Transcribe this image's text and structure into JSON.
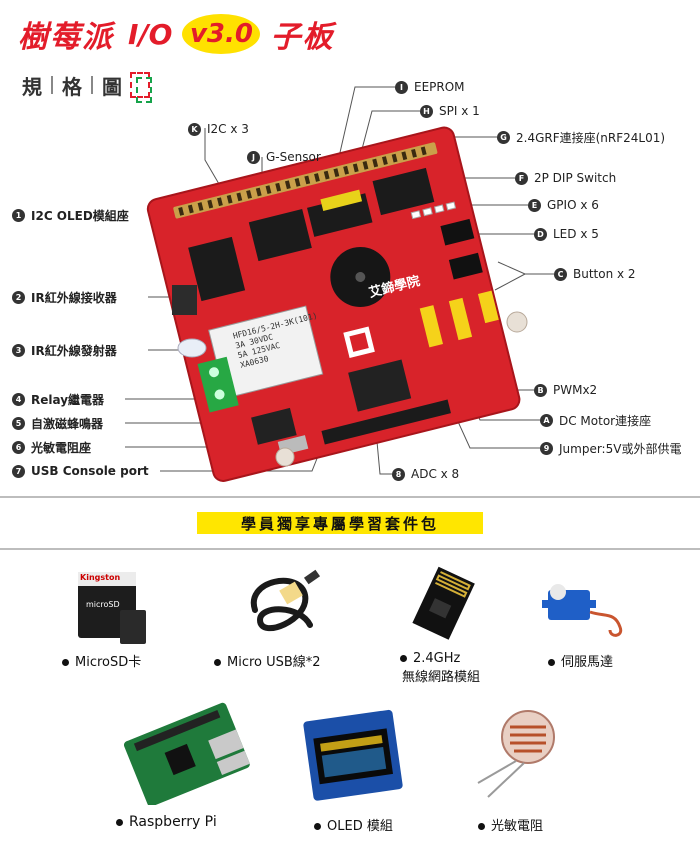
{
  "header": {
    "title_zh": "樹莓派",
    "title_io": "I/O",
    "version": "v3.0",
    "title_suffix": "子板",
    "spec": [
      "規",
      "格",
      "圖"
    ]
  },
  "board": {
    "logo": "艾鍗學院",
    "relay": [
      "HFD16/5-2H-3K(101)",
      "3A 30VDC",
      "5A 125VAC",
      "XA0630"
    ]
  },
  "callouts_left": [
    {
      "tag": "1",
      "text": "I2C OLED模組座"
    },
    {
      "tag": "2",
      "text": "IR紅外線接收器"
    },
    {
      "tag": "3",
      "text": "IR紅外線發射器"
    },
    {
      "tag": "4",
      "text": "Relay繼電器"
    },
    {
      "tag": "5",
      "text": "自激磁蜂鳴器"
    },
    {
      "tag": "6",
      "text": "光敏電阻座"
    },
    {
      "tag": "7",
      "text": "USB Console port"
    }
  ],
  "callouts_top": [
    {
      "tag": "K",
      "text": "I2C x 3"
    },
    {
      "tag": "J",
      "text": "G-Sensor"
    }
  ],
  "callouts_right": [
    {
      "tag": "I",
      "text": "EEPROM"
    },
    {
      "tag": "H",
      "text": "SPI x 1"
    },
    {
      "tag": "G",
      "text": "2.4GRF連接座(nRF24L01)"
    },
    {
      "tag": "F",
      "text": "2P DIP Switch"
    },
    {
      "tag": "E",
      "text": "GPIO x 6"
    },
    {
      "tag": "D",
      "text": "LED x 5"
    },
    {
      "tag": "C",
      "text": "Button x 2"
    },
    {
      "tag": "B",
      "text": "PWMx2"
    },
    {
      "tag": "A",
      "text": "DC Motor連接座"
    },
    {
      "tag": "9",
      "text": "Jumper:5V或外部供電"
    },
    {
      "tag": "8",
      "text": "ADC x 8"
    }
  ],
  "banner": "學員獨享專屬學習套件包",
  "kit": [
    {
      "label": "MicroSD卡",
      "card_brand": "Kingston",
      "card_text": "microSD"
    },
    {
      "label": "Micro USB線*2"
    },
    {
      "label": "2.4GHz",
      "label2": "無線網路模組"
    },
    {
      "label": "伺服馬達"
    },
    {
      "label": "Raspberry Pi"
    },
    {
      "label": "OLED 模組"
    },
    {
      "label": "光敏電阻"
    }
  ],
  "colors": {
    "accent": "#e31c2a",
    "highlight": "#ffe600",
    "board": "#d8232a"
  }
}
